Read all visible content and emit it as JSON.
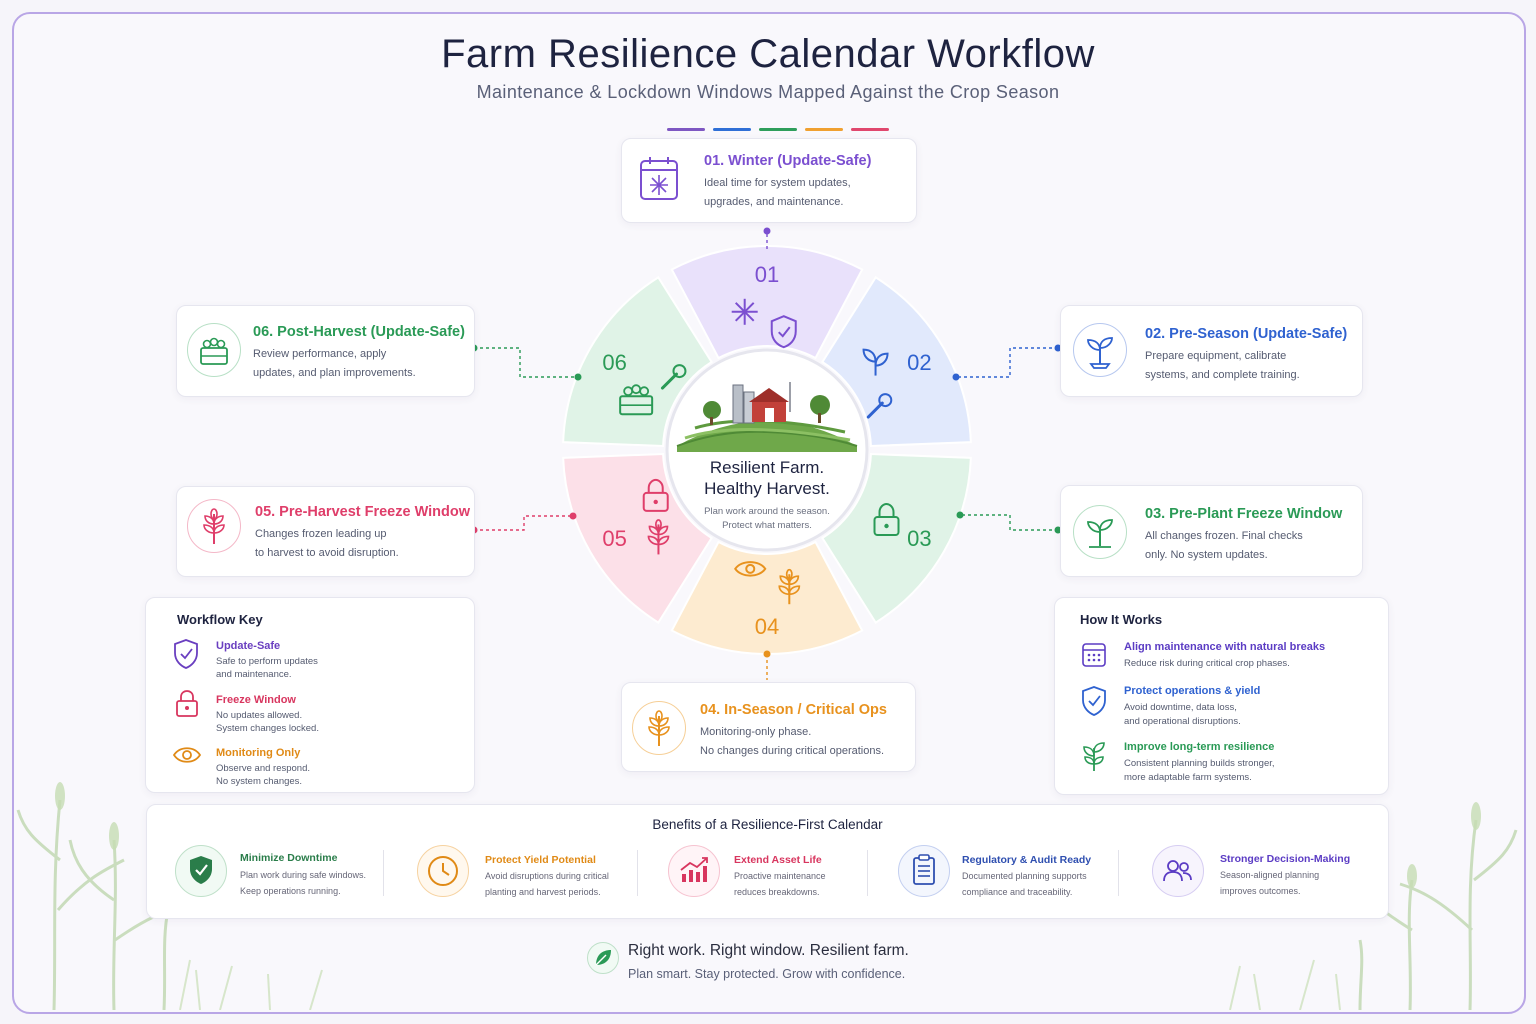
{
  "header": {
    "title": "Farm Resilience Calendar Workflow",
    "subtitle": "Maintenance & Lockdown Windows Mapped Against the Crop Season",
    "accent_bars": [
      "#7e57c2",
      "#2f6fd6",
      "#2e9e5b",
      "#f0a030",
      "#e0476d"
    ]
  },
  "center": {
    "line1": "Resilient Farm.",
    "line2": "Healthy Harvest.",
    "line3": "Plan work around the season.",
    "line4": "Protect what matters."
  },
  "segments": [
    {
      "num": "01",
      "color": "#7b4fd0",
      "fill": "#e9e1fb",
      "icons": [
        "snowflake-icon",
        "shield-check-icon"
      ]
    },
    {
      "num": "02",
      "color": "#2f62d0",
      "fill": "#e1e9fc",
      "icons": [
        "seedling-icon",
        "wrench-icon"
      ]
    },
    {
      "num": "03",
      "color": "#2a9a56",
      "fill": "#e0f3e7",
      "icons": [
        "lock-icon"
      ]
    },
    {
      "num": "04",
      "color": "#e8921e",
      "fill": "#fdebd0",
      "icons": [
        "wheat-icon",
        "eye-icon"
      ]
    },
    {
      "num": "05",
      "color": "#df3e6a",
      "fill": "#fce0e8",
      "icons": [
        "wheat-icon",
        "lock-icon"
      ]
    },
    {
      "num": "06",
      "color": "#2a9a56",
      "fill": "#e0f3e7",
      "icons": [
        "crate-icon",
        "wrench-icon"
      ]
    }
  ],
  "steps": [
    {
      "title": "01. Winter (Update-Safe)",
      "line1": "Ideal time for system updates,",
      "line2": "upgrades, and maintenance.",
      "color": "#7b4fd0",
      "icon": "calendar-snowflake-icon"
    },
    {
      "title": "02. Pre-Season (Update-Safe)",
      "line1": "Prepare equipment, calibrate",
      "line2": "systems, and complete training.",
      "color": "#2f62d0",
      "icon": "sprout-icon"
    },
    {
      "title": "03. Pre-Plant Freeze Window",
      "line1": "All changes frozen. Final checks",
      "line2": "only. No system updates.",
      "color": "#2a9a56",
      "icon": "sprout-icon"
    },
    {
      "title": "04. In-Season / Critical Ops",
      "line1": "Monitoring-only phase.",
      "line2": "No changes during critical operations.",
      "color": "#e8921e",
      "icon": "wheat-icon"
    },
    {
      "title": "05. Pre-Harvest Freeze Window",
      "line1": "Changes frozen leading up",
      "line2": "to harvest to avoid disruption.",
      "color": "#df3e6a",
      "icon": "wheat-icon"
    },
    {
      "title": "06. Post-Harvest (Update-Safe)",
      "line1": "Review performance, apply",
      "line2": "updates, and plan improvements.",
      "color": "#2a9a56",
      "icon": "crate-icon"
    }
  ],
  "workflow_key": {
    "heading": "Workflow Key",
    "items": [
      {
        "title": "Update-Safe",
        "line1": "Safe to perform updates",
        "line2": "and maintenance.",
        "color": "#6a3fc0",
        "icon": "shield-check-icon"
      },
      {
        "title": "Freeze Window",
        "line1": "No updates allowed.",
        "line2": "System changes locked.",
        "color": "#d8365f",
        "icon": "lock-icon"
      },
      {
        "title": "Monitoring Only",
        "line1": "Observe and respond.",
        "line2": "No system changes.",
        "color": "#e08a16",
        "icon": "eye-icon"
      }
    ]
  },
  "how_it_works": {
    "heading": "How It Works",
    "items": [
      {
        "title": "Align maintenance with natural breaks",
        "line1": "Reduce risk during critical crop phases.",
        "line2": "",
        "color": "#5b3cc4",
        "icon": "calendar-grid-icon"
      },
      {
        "title": "Protect operations & yield",
        "line1": "Avoid downtime, data loss,",
        "line2": "and operational disruptions.",
        "color": "#2f62d0",
        "icon": "shield-check-icon"
      },
      {
        "title": "Improve long-term resilience",
        "line1": "Consistent planning builds stronger,",
        "line2": "more adaptable farm systems.",
        "color": "#2a9a56",
        "icon": "plant-icon"
      }
    ]
  },
  "benefits": {
    "heading": "Benefits of a Resilience-First Calendar",
    "items": [
      {
        "title": "Minimize Downtime",
        "line1": "Plan work during safe windows.",
        "line2": "Keep operations running.",
        "color": "#2a7d4a",
        "icon": "shield-check-icon"
      },
      {
        "title": "Protect Yield Potential",
        "line1": "Avoid disruptions during critical",
        "line2": "planting and harvest periods.",
        "color": "#e08a16",
        "icon": "clock-icon"
      },
      {
        "title": "Extend Asset Life",
        "line1": "Proactive maintenance",
        "line2": "reduces breakdowns.",
        "color": "#d8365f",
        "icon": "chart-up-icon"
      },
      {
        "title": "Regulatory & Audit Ready",
        "line1": "Documented planning supports",
        "line2": "compliance and traceability.",
        "color": "#2f4fb0",
        "icon": "clipboard-icon"
      },
      {
        "title": "Stronger Decision-Making",
        "line1": "Season-aligned planning",
        "line2": "improves outcomes.",
        "color": "#5b3cc4",
        "icon": "users-icon"
      }
    ]
  },
  "footer": {
    "line1": "Right work. Right window. Resilient farm.",
    "line2": "Plan smart. Stay protected. Grow with confidence.",
    "icon": "leaf-icon"
  }
}
